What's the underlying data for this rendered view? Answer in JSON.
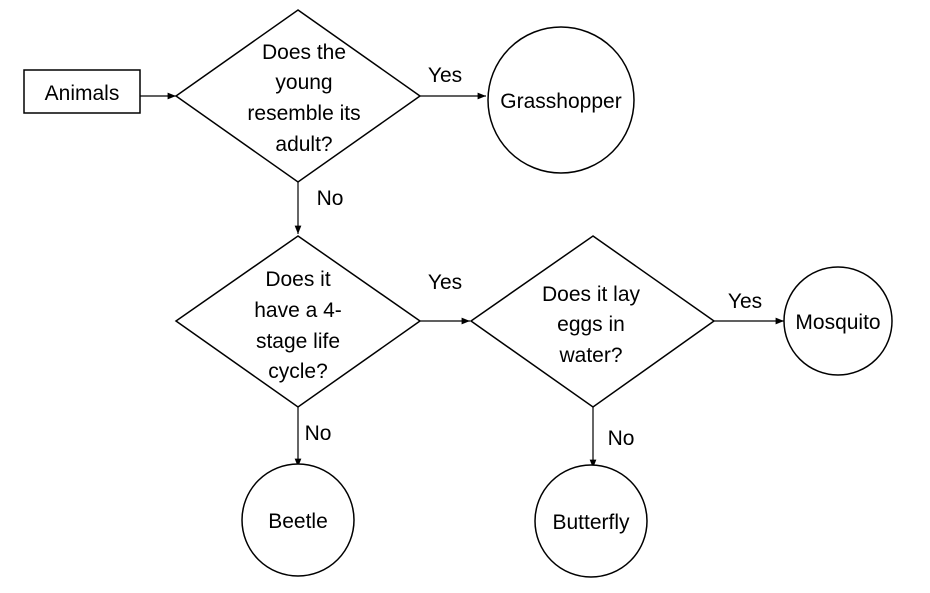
{
  "nodes": {
    "start": {
      "label": "Animals"
    },
    "q1": {
      "lines": [
        "Does the",
        "young",
        "resemble its",
        "adult?"
      ]
    },
    "q2": {
      "lines": [
        "Does it",
        "have a 4-",
        "stage life",
        "cycle?"
      ]
    },
    "q3": {
      "lines": [
        "Does it lay",
        "eggs in",
        "water?"
      ]
    },
    "grasshopper": {
      "label": "Grasshopper"
    },
    "mosquito": {
      "label": "Mosquito"
    },
    "beetle": {
      "label": "Beetle"
    },
    "butterfly": {
      "label": "Butterfly"
    }
  },
  "edges": {
    "q1_yes": "Yes",
    "q1_no": "No",
    "q2_yes": "Yes",
    "q2_no": "No",
    "q3_yes": "Yes",
    "q3_no": "No"
  },
  "colors": {
    "stroke": "#000000",
    "fill": "#ffffff"
  }
}
